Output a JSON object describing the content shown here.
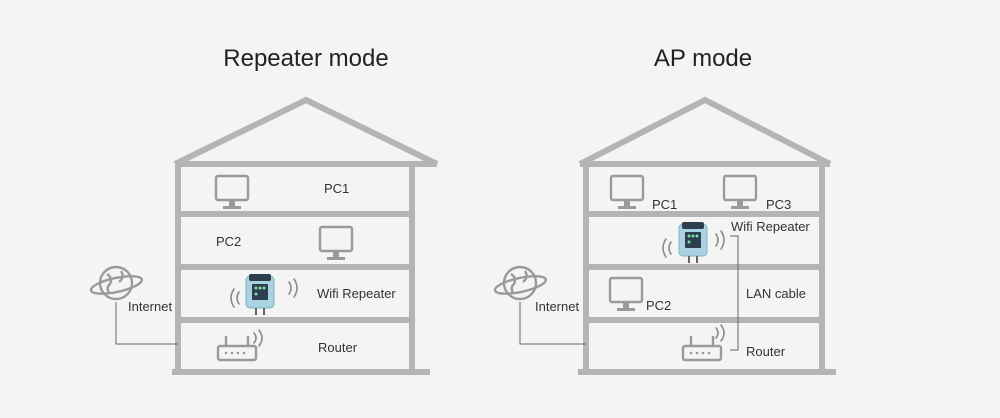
{
  "repeater_mode": {
    "title": "Repeater mode",
    "labels": {
      "pc1": "PC1",
      "pc2": "PC2",
      "wifi_repeater": "Wifi Repeater",
      "router": "Router",
      "internet": "Internet"
    }
  },
  "ap_mode": {
    "title": "AP mode",
    "labels": {
      "pc1": "PC1",
      "pc3": "PC3",
      "wifi_repeater": "Wifi Repeater",
      "pc2": "PC2",
      "lan_cable": "LAN cable",
      "router": "Router",
      "internet": "Internet"
    }
  },
  "colors": {
    "background": "#f4f4f4",
    "house_outline": "#b4b4b4",
    "icon_gray": "#9a9a9a",
    "repeater_body": "#a9d3e3",
    "text": "#333333"
  }
}
